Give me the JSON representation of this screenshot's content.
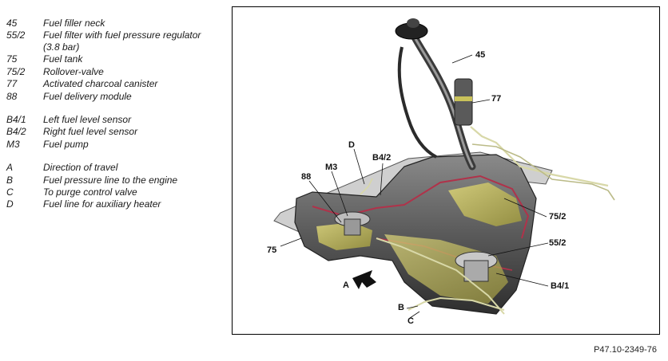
{
  "legend": {
    "items": [
      {
        "code": "45",
        "desc": "Fuel filler neck"
      },
      {
        "code": "55/2",
        "desc": "Fuel filter with fuel pressure regulator\n(3.8 bar)"
      },
      {
        "code": "75",
        "desc": "Fuel tank"
      },
      {
        "code": "75/2",
        "desc": "Rollover-valve"
      },
      {
        "code": "77",
        "desc": "Activated charcoal canister"
      },
      {
        "code": "88",
        "desc": "Fuel delivery module"
      },
      {
        "code": "B4/1",
        "desc": "Left fuel level sensor"
      },
      {
        "code": "B4/2",
        "desc": "Right fuel level sensor"
      },
      {
        "code": "M3",
        "desc": "Fuel pump"
      },
      {
        "code": "A",
        "desc": "Direction of travel"
      },
      {
        "code": "B",
        "desc": "Fuel pressure line to the engine"
      },
      {
        "code": "C",
        "desc": "To purge control valve"
      },
      {
        "code": "D",
        "desc": "Fuel line for auxiliary heater"
      }
    ]
  },
  "diagram": {
    "callouts": {
      "c45": "45",
      "c77": "77",
      "cD": "D",
      "cB42": "B4/2",
      "cM3": "M3",
      "c88": "88",
      "c752": "75/2",
      "c552": "55/2",
      "c75": "75",
      "cA": "A",
      "cB41": "B4/1",
      "cB": "B",
      "cC": "C"
    },
    "colors": {
      "tank_shell": "#4a4a4a",
      "cutaway_edge": "#b0324a",
      "fuel": "#c9c25a",
      "lines": "#d8d8a8"
    }
  },
  "figure_id": "P47.10-2349-76"
}
